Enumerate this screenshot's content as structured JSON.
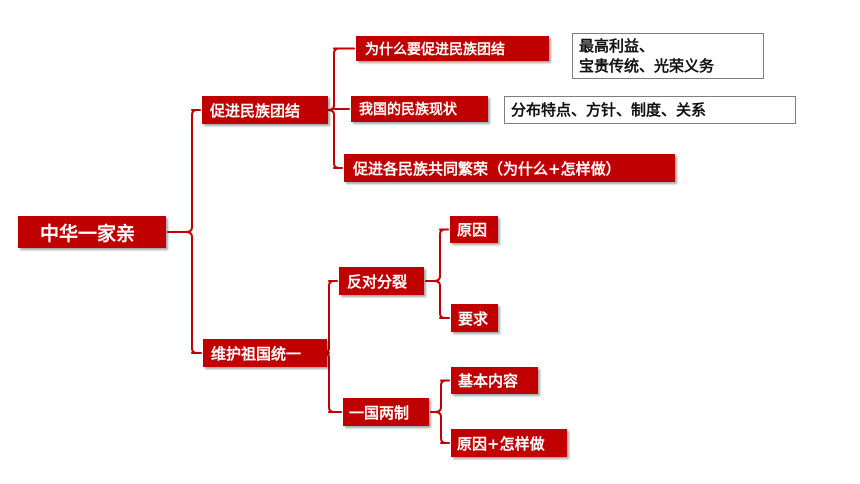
{
  "colors": {
    "node_fill": "#c00000",
    "node_text": "#ffffff",
    "connector": "#c00000",
    "note_border": "#7f7f7f",
    "note_text": "#111111"
  },
  "root": {
    "label": "中华一家亲"
  },
  "branch_unity": {
    "label": "促进民族团结",
    "items": [
      {
        "label": "为什么要促进民族团结",
        "note": [
          "最高利益、",
          "宝贵传统、光荣义务"
        ]
      },
      {
        "label": "我国的民族现状",
        "note": [
          "分布特点、方针、制度、关系"
        ]
      },
      {
        "label": "促进各民族共同繁荣（为什么+怎样做）"
      }
    ]
  },
  "branch_reunification": {
    "label": "维护祖国统一",
    "items": [
      {
        "label": "反对分裂",
        "children": [
          "原因",
          "要求"
        ]
      },
      {
        "label": "一国两制",
        "children": [
          "基本内容",
          "原因+怎样做"
        ]
      }
    ]
  }
}
